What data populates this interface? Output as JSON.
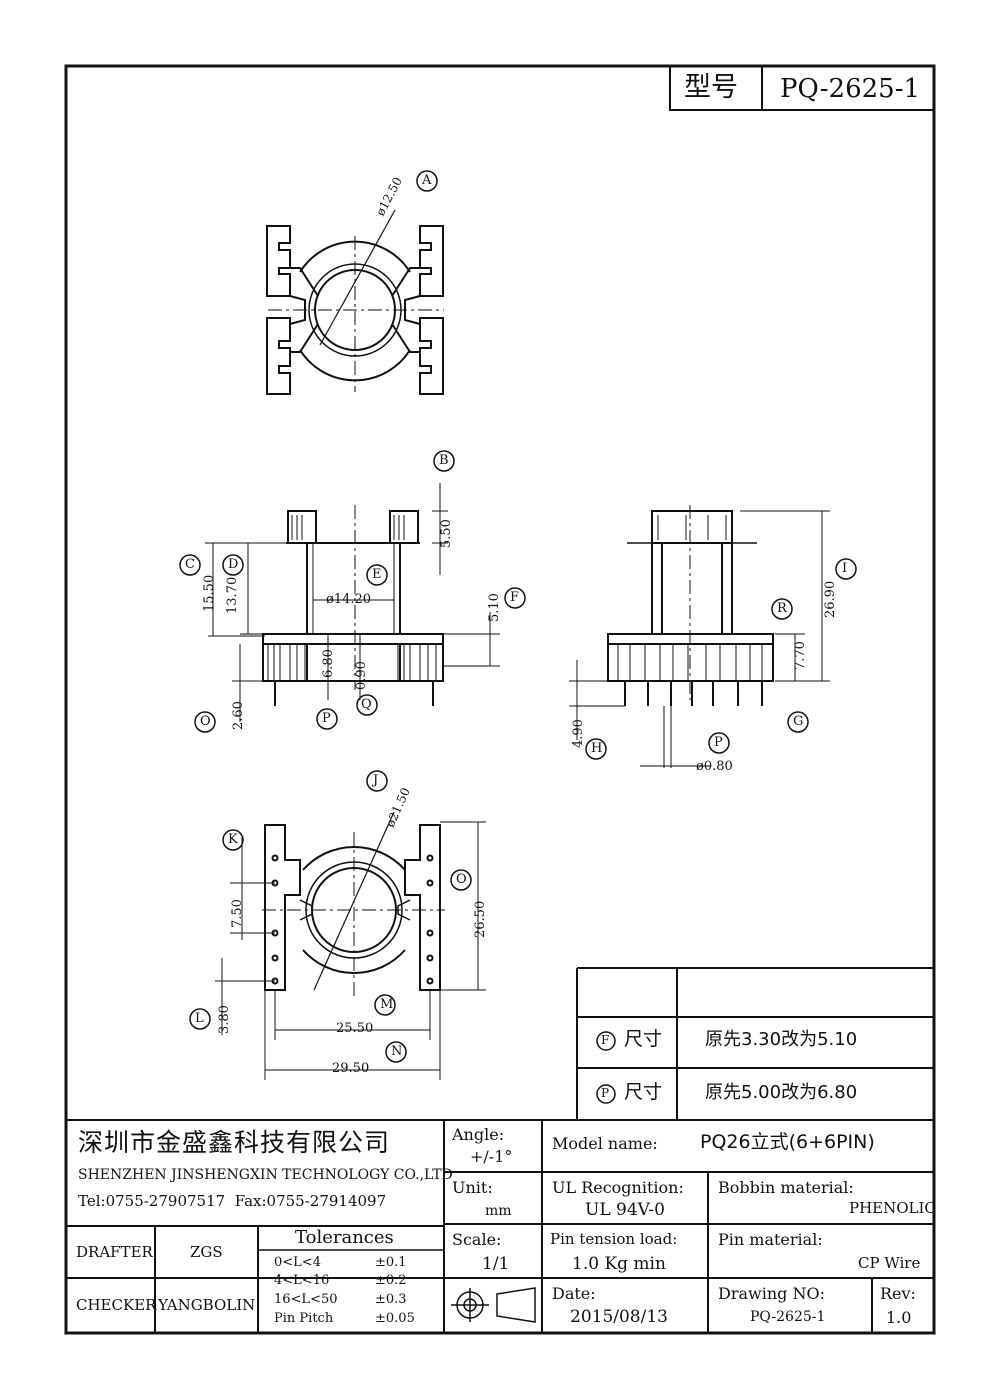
{
  "header": {
    "model_label": "型号",
    "model_value": "PQ-2625-1"
  },
  "views": {
    "top": {
      "label_a": "A",
      "dim_a": "ø12.50"
    },
    "front": {
      "dims": {
        "b": "5.50",
        "c": "15.50",
        "d": "13.70",
        "e": "ø14.20",
        "f": "5.10",
        "p": "6.80",
        "q": "0.90",
        "o": "2.60"
      },
      "labels": {
        "b": "B",
        "c": "C",
        "d": "D",
        "e": "E",
        "f": "F",
        "o": "O",
        "p": "P",
        "q": "Q"
      }
    },
    "side": {
      "dims": {
        "i": "26.90",
        "r": "7.70",
        "h": "4.90",
        "p": "ø0.80"
      },
      "labels": {
        "i": "I",
        "r": "R",
        "g": "G",
        "h": "H",
        "p": "P"
      }
    },
    "bottom": {
      "dims": {
        "j": "ø21.50",
        "o": "26.50",
        "k": "7.50",
        "l": "3.80",
        "m": "25.50",
        "n": "29.50"
      },
      "labels": {
        "j": "J",
        "k": "K",
        "o": "O",
        "l": "L",
        "m": "M",
        "n": "N"
      }
    }
  },
  "revisions": [
    {
      "symbol": "F",
      "item": "尺寸",
      "note": "原先3.30改为5.10"
    },
    {
      "symbol": "P",
      "item": "尺寸",
      "note": "原先5.00改为6.80"
    }
  ],
  "title_block": {
    "company_cn": "深圳市金盛鑫科技有限公司",
    "company_en": "SHENZHEN JINSHENGXIN TECHNOLOGY CO.,LTD",
    "contact": "Tel:0755-27907517  Fax:0755-27914097",
    "angle_label": "Angle:",
    "angle_value": "+/-1°",
    "model_name_label": "Model name:",
    "model_name_value": "PQ26立式(6+6PIN)",
    "unit_label": "Unit:",
    "unit_value": "mm",
    "ul_label": "UL Recognition:",
    "ul_value": "UL 94V-0",
    "bobbin_label": "Bobbin material:",
    "bobbin_value": "PHENOLIC",
    "scale_label": "Scale:",
    "scale_value": "1/1",
    "pin_tension_label": "Pin tension load:",
    "pin_tension_value": "1.0 Kg min",
    "pin_material_label": "Pin material:",
    "pin_material_value": "CP Wire",
    "date_label": "Date:",
    "date_value": "2015/08/13",
    "drawing_no_label": "Drawing NO:",
    "drawing_no_value": "PQ-2625-1",
    "rev_label": "Rev:",
    "rev_value": "1.0",
    "drafter_label": "DRAFTER",
    "drafter_value": "ZGS",
    "checker_label": "CHECKER",
    "checker_value": "YANGBOLIN",
    "tolerances_title": "Tolerances",
    "tolerances": [
      {
        "range": "0<L<4",
        "value": "±0.1"
      },
      {
        "range": "4<L<16",
        "value": "±0.2"
      },
      {
        "range": "16<L<50",
        "value": "±0.3"
      },
      {
        "range": "Pin Pitch",
        "value": "±0.05"
      }
    ]
  }
}
